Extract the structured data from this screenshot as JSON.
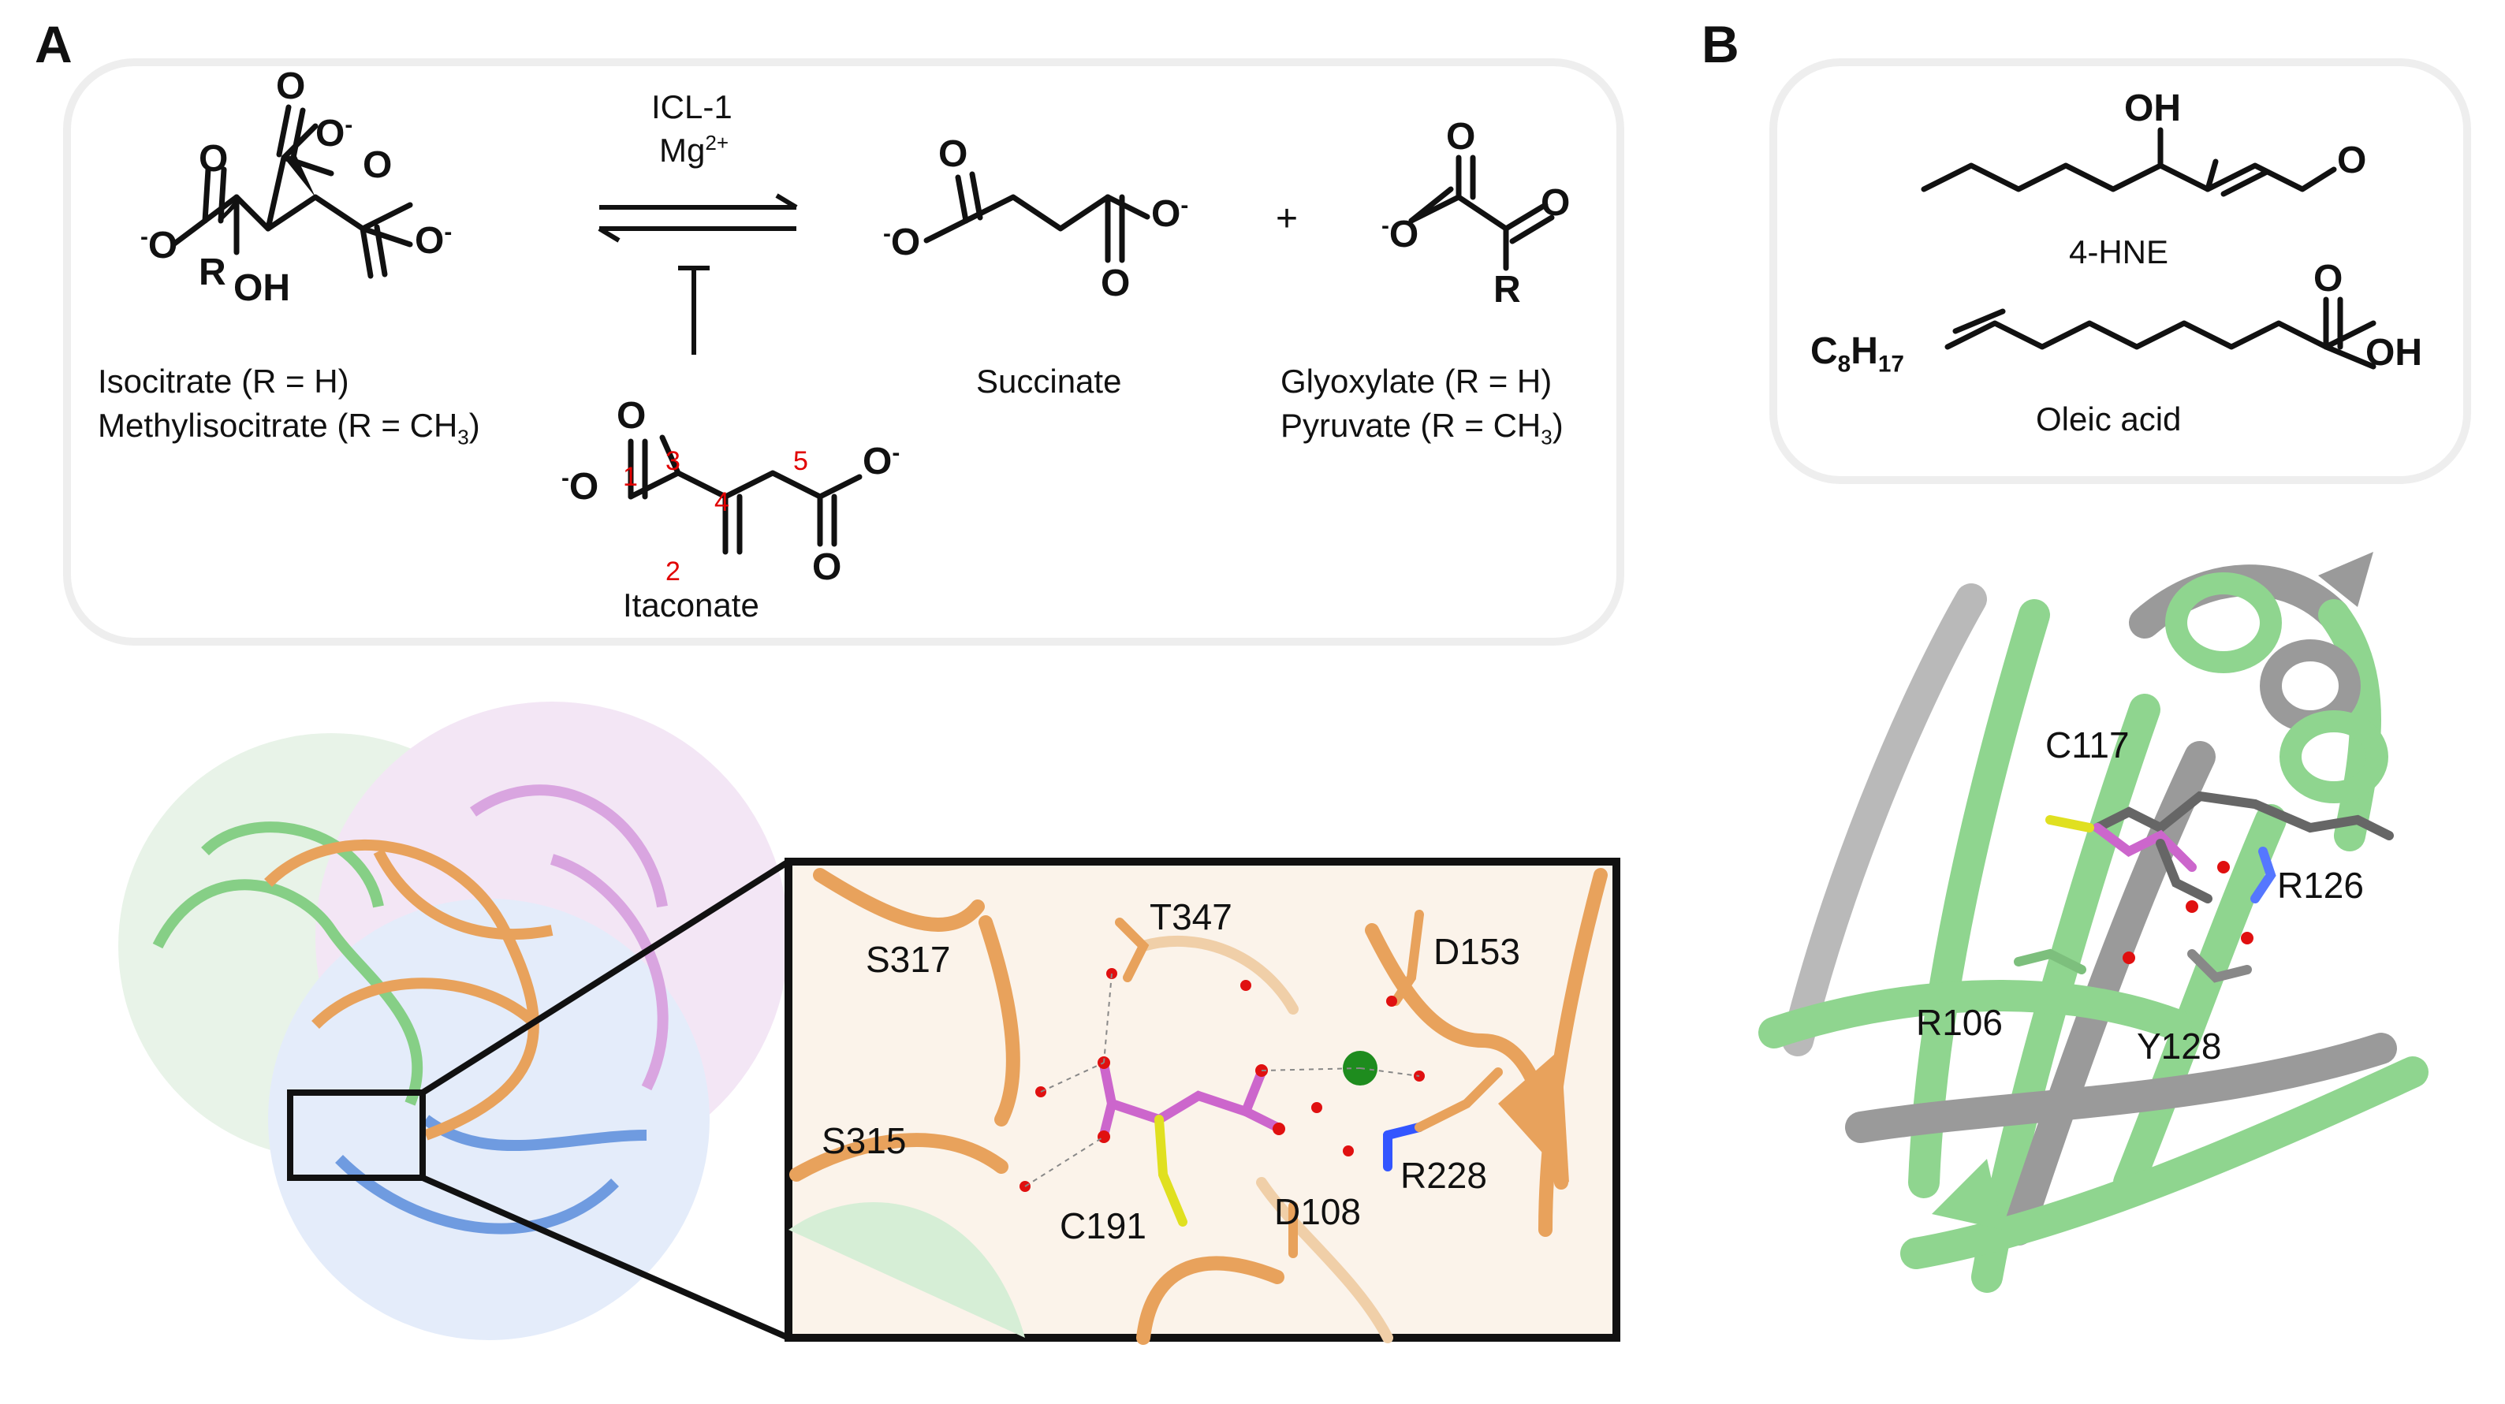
{
  "panels": {
    "a": "A",
    "b": "B"
  },
  "reaction": {
    "enzyme": "ICL-1",
    "cofactor_base": "Mg",
    "cofactor_charge": "2+",
    "plus": "+",
    "substrates": {
      "line1": "Isocitrate (R = H)",
      "line2_pre": "Methylisocitrate (R = CH",
      "line2_sub": "3",
      "line2_post": ")"
    },
    "product1": "Succinate",
    "product2": {
      "line1": "Glyoxylate (R = H)",
      "line2_pre": "Pyruvate (R = CH",
      "line2_sub": "3",
      "line2_post": ")"
    },
    "inhibitor": "Itaconate",
    "carbon_numbers": [
      "1",
      "2",
      "3",
      "4",
      "5"
    ]
  },
  "atoms": {
    "O": "O",
    "O_minus_pre": "O",
    "minus": "-",
    "R": "R",
    "OH": "OH"
  },
  "panel_b": {
    "compound1": "4-HNE",
    "compound2": "Oleic acid",
    "c8h17_c": "C",
    "c8h17_8": "8",
    "c8h17_h": "H",
    "c8h17_17": "17",
    "oh": "OH",
    "o": "O"
  },
  "residues_a": [
    "T347",
    "S317",
    "D153",
    "S315",
    "C191",
    "D108",
    "R228"
  ],
  "residues_b": [
    "C117",
    "R126",
    "R106",
    "Y128"
  ],
  "colors": {
    "orange": "#e8a25c",
    "green": "#86cf86",
    "pink": "#d9a5e0",
    "blue": "#6f9be0",
    "magenta": "#cc66cc",
    "grey": "#9a9a9a",
    "red_atom": "#e01010",
    "mg": "#1e8c1e",
    "box_border": "#eeeeee"
  }
}
